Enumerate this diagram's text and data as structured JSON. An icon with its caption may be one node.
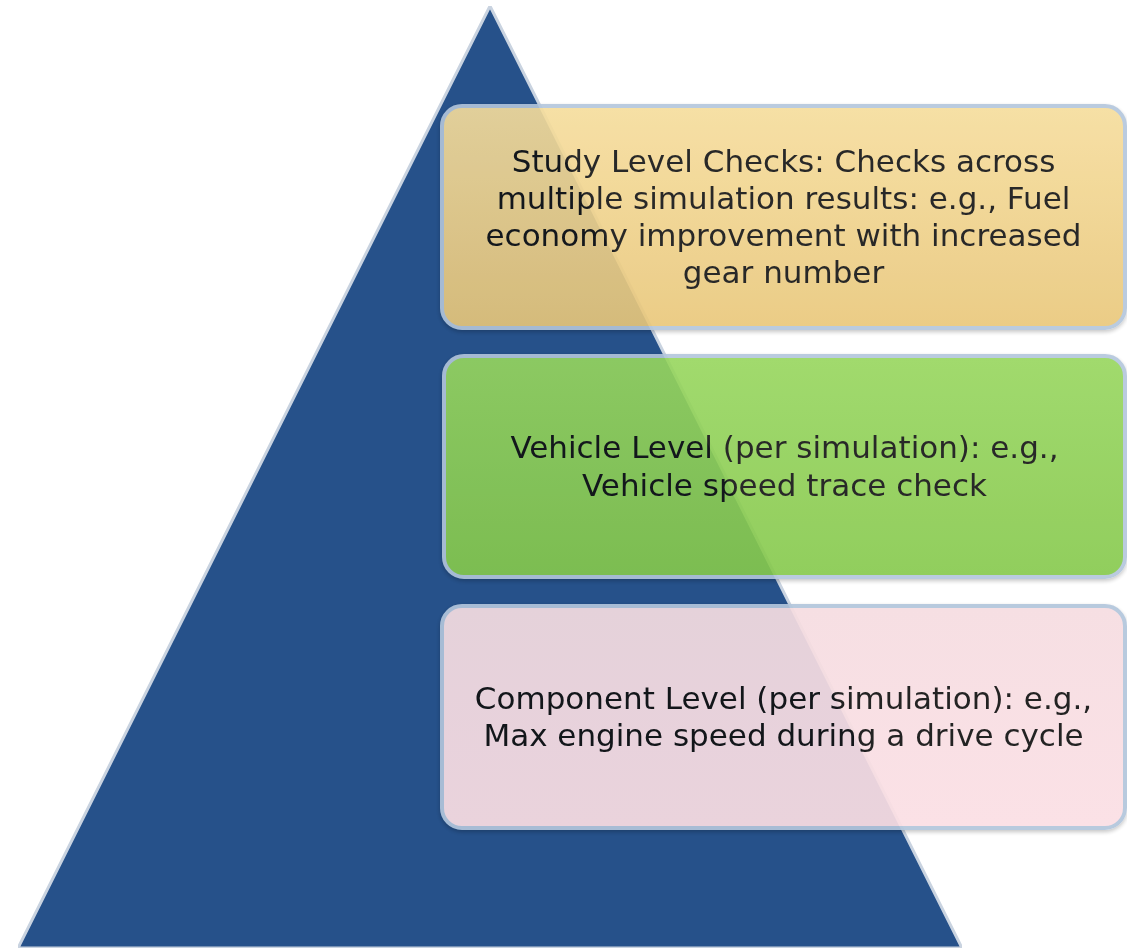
{
  "diagram": {
    "nodes": [
      {
        "text": [],
        "shape": "triangle"
      },
      {
        "text": [
          "Study Level Checks: Checks across multiple simulation results: e.g., Fuel economy improvement with increased gear number"
        ]
      },
      {
        "text": [
          "Vehicle Level (per simulation): e.g., Vehicle speed trace check"
        ]
      },
      {
        "text": [
          "Component Level (per simulation): e.g., Max engine speed during a drive cycle"
        ]
      }
    ]
  }
}
